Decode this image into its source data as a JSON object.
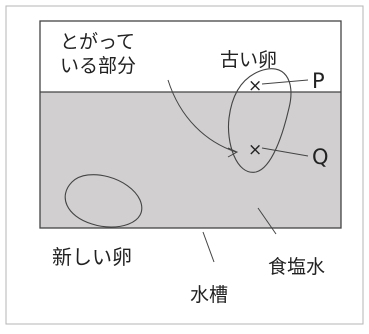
{
  "labels": {
    "pointed_part_line1": "とがって",
    "pointed_part_line2": "いる部分",
    "old_egg": "古い卵",
    "new_egg": "新しい卵",
    "saltwater": "食塩水",
    "tank": "水槽",
    "point_p": "P",
    "point_q": "Q"
  },
  "markers": {
    "cross": "×"
  },
  "colors": {
    "saltwater_fill": "#d1cfcf",
    "stroke": "#444444"
  }
}
